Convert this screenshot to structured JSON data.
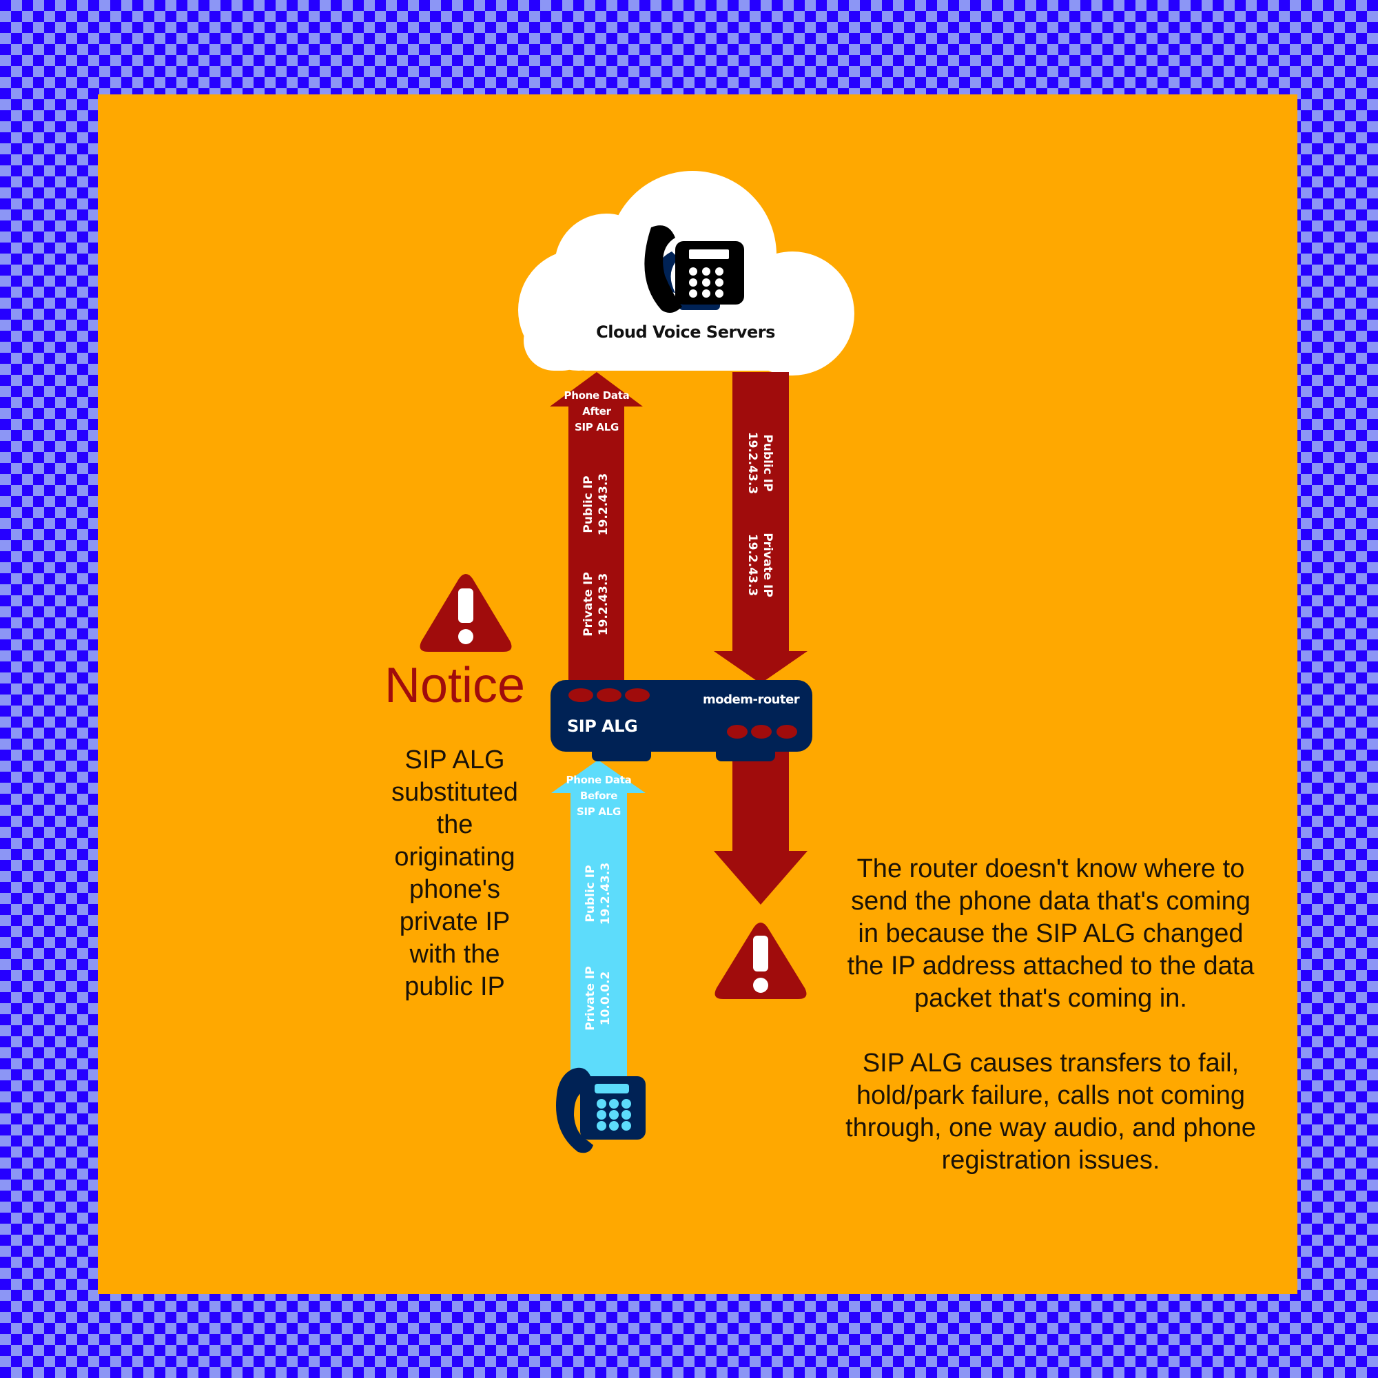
{
  "colors": {
    "checker_light": "#8c96f5",
    "checker_dark": "#2600ff",
    "panel": "#ffa800",
    "dark_red": "#a00c0c",
    "light_blue": "#5ddcfb",
    "navy": "#002255",
    "text": "#1a1208",
    "white": "#ffffff"
  },
  "cloud": {
    "label": "Cloud Voice Servers",
    "icon": "desk-phone-icon"
  },
  "arrow_after": {
    "direction": "up",
    "color": "#a00c0c",
    "head_label": [
      "Phone Data",
      "After",
      "SIP ALG"
    ],
    "public_ip": {
      "label": "Public IP",
      "value": "19.2.43.3"
    },
    "private_ip": {
      "label": "Private IP",
      "value": "19.2.43.3"
    }
  },
  "arrow_incoming": {
    "direction": "down",
    "color": "#a00c0c",
    "public_ip": {
      "label": "Public IP",
      "value": "19.2.43.3"
    },
    "private_ip": {
      "label": "Private IP",
      "value": "19.2.43.3"
    }
  },
  "arrow_before": {
    "direction": "up",
    "color": "#5ddcfb",
    "head_label": [
      "Phone Data",
      "Before",
      "SIP ALG"
    ],
    "public_ip": {
      "label": "Public IP",
      "value": "19.2.43.3"
    },
    "private_ip": {
      "label": "Private IP",
      "value": "10.0.0.2"
    }
  },
  "router": {
    "feature_label": "SIP ALG",
    "device_label": "modem-router"
  },
  "notice": {
    "title": "Notice",
    "icon": "warning-triangle-icon",
    "lines": [
      "SIP ALG",
      "substituted",
      "the",
      "originating",
      "phone's",
      "private IP",
      "with the",
      "public IP"
    ]
  },
  "explanation": {
    "paragraph1": "The router doesn't know where to send the phone data that's coming in because the SIP ALG changed the IP address attached to the data packet that's coming in.",
    "paragraph2": "SIP ALG causes transfers to fail, hold/park failure, calls not coming through, one way audio, and phone registration issues."
  },
  "phone": {
    "icon": "desk-phone-icon"
  }
}
